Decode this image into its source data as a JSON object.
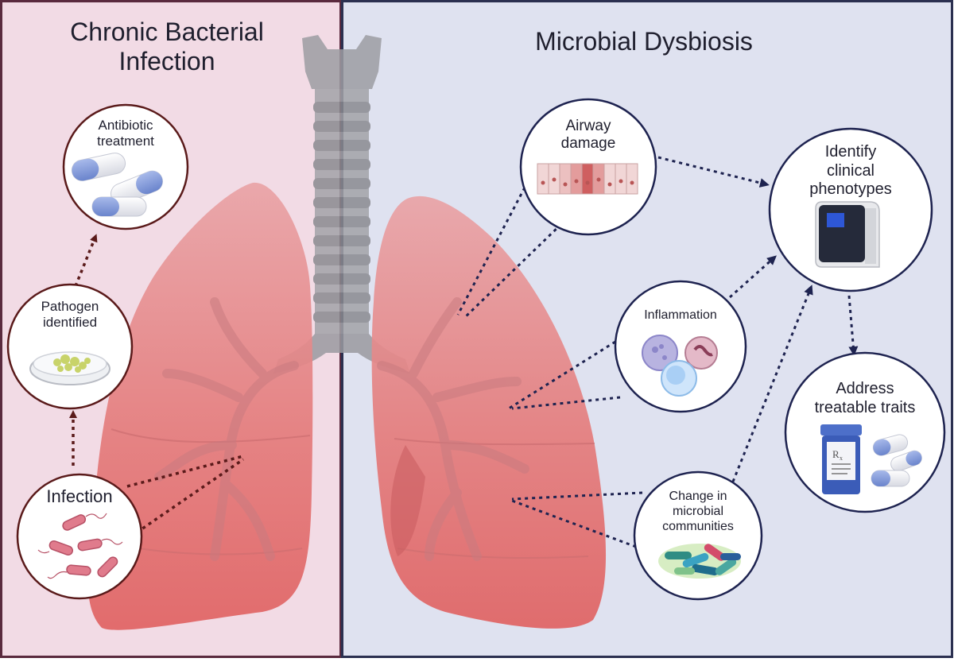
{
  "left_panel": {
    "title_line1": "Chronic Bacterial",
    "title_line2": "Infection",
    "colors": {
      "background": "#f2dbe5",
      "border": "#5a2a3e",
      "arrow": "#5a1a1a"
    }
  },
  "right_panel": {
    "title": "Microbial Dysbiosis",
    "colors": {
      "background": "#dfe2f0",
      "border": "#2b3050",
      "arrow": "#1e2350"
    }
  },
  "nodes": {
    "antibiotic": {
      "line1": "Antibiotic",
      "line2": "treatment",
      "icon": "capsules-icon"
    },
    "pathogen": {
      "line1": "Pathogen",
      "line2": "identified",
      "icon": "petri-dish-icon"
    },
    "infection": {
      "line1": "Infection",
      "icon": "rod-bacteria-icon"
    },
    "airway": {
      "line1": "Airway",
      "line2": "damage",
      "icon": "epithelium-cells-icon"
    },
    "inflammation": {
      "line1": "Inflammation",
      "icon": "immune-cells-icon"
    },
    "microbial": {
      "line1": "Change in",
      "line2": "microbial",
      "line3": "communities",
      "icon": "bacterial-community-icon"
    },
    "phenotypes": {
      "line1": "Identify",
      "line2": "clinical",
      "line3": "phenotypes",
      "icon": "sequencer-icon"
    },
    "traits": {
      "line1": "Address",
      "line2": "treatable traits",
      "icon": "rx-bottle-capsules-icon"
    }
  },
  "label_rx": "R",
  "label_rx_sub": "x"
}
